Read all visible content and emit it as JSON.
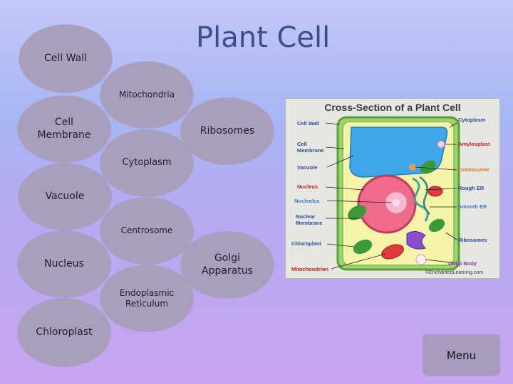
{
  "title": "Plant Cell",
  "bubbles": {
    "cell_wall": "Cell Wall",
    "mitochondria": "Mitochondria",
    "cell_membrane_1": "Cell",
    "cell_membrane_2": "Membrane",
    "ribosomes": "Ribosomes",
    "cytoplasm": "Cytoplasm",
    "vacuole": "Vacuole",
    "centrosome": "Centrosome",
    "nucleus": "Nucleus",
    "golgi_1": "Golgi",
    "golgi_2": "Apparatus",
    "er_1": "Endoplasmic",
    "er_2": "Reticulum",
    "chloroplast": "Chloroplast"
  },
  "figure": {
    "heading": "Cross-Section of a Plant Cell",
    "labels_left": [
      "Cell Wall",
      "Cell",
      "Membrane",
      "Vacuole",
      "Nucleus",
      "Nucleolus",
      "Nuclear",
      "Membrane",
      "Chloroplast",
      "Mitochondrion"
    ],
    "labels_right": [
      "Cytoplasm",
      "Amylosplast",
      "Centrosome",
      "Rough ER",
      "Smooth ER",
      "Ribosomes",
      "Golgi Body"
    ],
    "credit": "©EnchantedLearning.com"
  },
  "menu_label": "Menu",
  "colors": {
    "bubble": "#a99fbc",
    "title": "#3b4e8c",
    "heading": "#3a3a3a",
    "label_blue": "#2b4a9a",
    "label_red": "#c62020"
  }
}
